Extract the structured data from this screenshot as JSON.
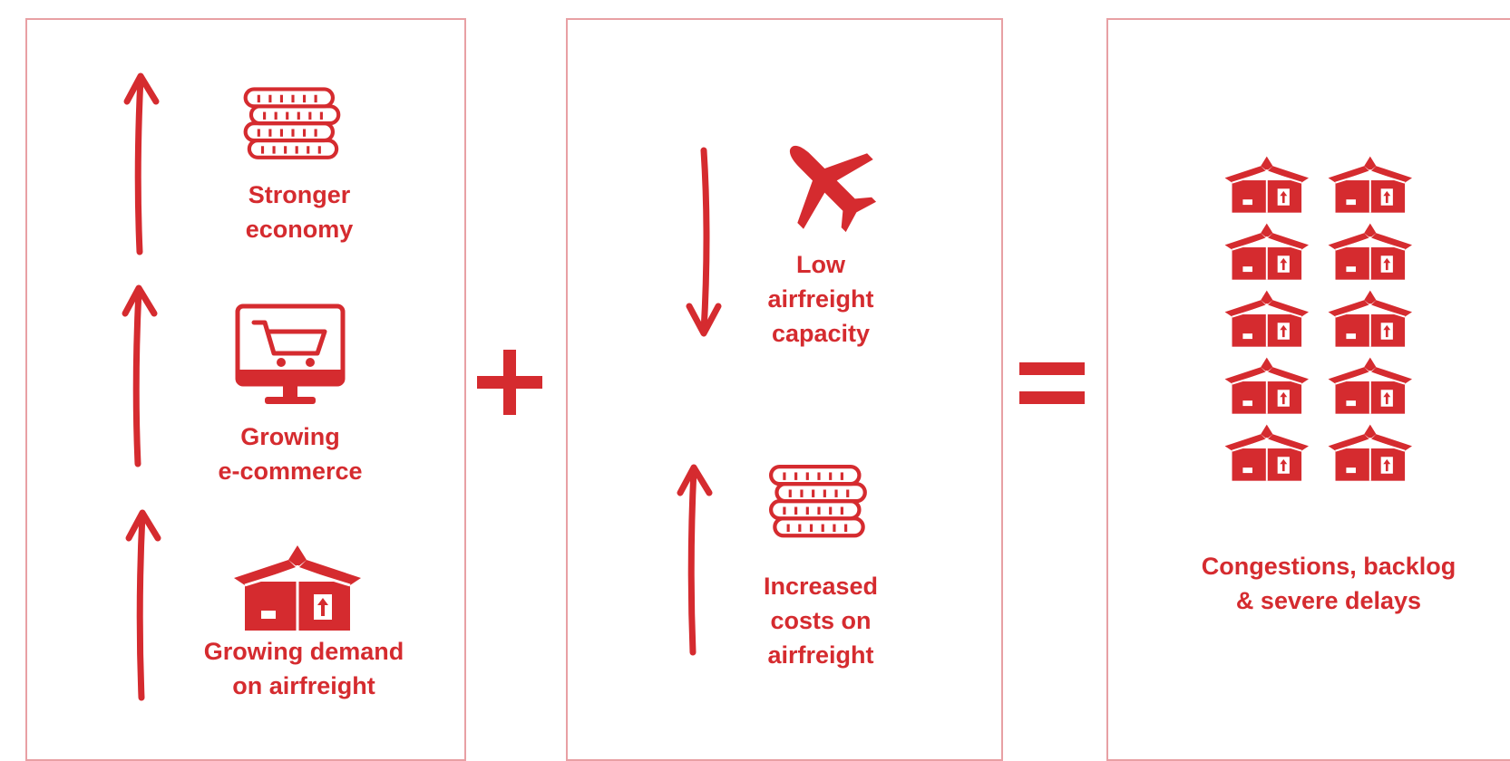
{
  "accent_color": "#d52b2f",
  "border_color": "#e8a0a4",
  "panels": {
    "left": {
      "items": [
        {
          "icon": "coins-stack-icon",
          "trend": "up",
          "line1": "Stronger",
          "line2": "economy"
        },
        {
          "icon": "shopping-cart-monitor-icon",
          "trend": "up",
          "line1": "Growing",
          "line2": "e-commerce"
        },
        {
          "icon": "open-box-icon",
          "trend": "up",
          "line1": "Growing demand",
          "line2": "on airfreight"
        }
      ]
    },
    "middle": {
      "items": [
        {
          "icon": "airplane-icon",
          "trend": "down",
          "line1": "Low",
          "line2": "airfreight",
          "line3": "capacity"
        },
        {
          "icon": "coins-stack-icon",
          "trend": "up",
          "line1": "Increased",
          "line2": "costs on",
          "line3": "airfreight"
        }
      ]
    },
    "right": {
      "icon": "box-grid-icon",
      "box_count": 10,
      "line1": "Congestions, backlog",
      "line2": "& severe delays"
    }
  },
  "operators": {
    "plus": "plus-icon",
    "equals": "equals-icon"
  }
}
